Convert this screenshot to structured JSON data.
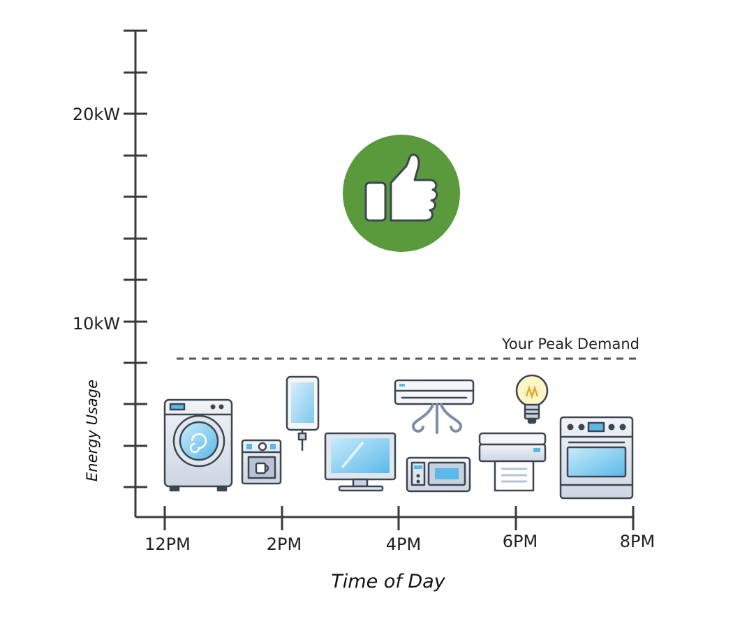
{
  "y_axis": {
    "title": "Energy Usage",
    "major_labels": [
      "20kW",
      "10kW"
    ]
  },
  "x_axis": {
    "title": "Time of Day",
    "ticks": [
      "12PM",
      "2PM",
      "4PM",
      "6PM",
      "8PM"
    ]
  },
  "peak_demand": {
    "label": "Your Peak Demand",
    "value_kw": 8
  },
  "badge": {
    "icon": "thumbs-up-icon",
    "color": "#5a9a3c"
  },
  "appliances": [
    {
      "icon": "washing-machine-icon"
    },
    {
      "icon": "coffee-maker-icon"
    },
    {
      "icon": "smartphone-charger-icon"
    },
    {
      "icon": "computer-monitor-icon"
    },
    {
      "icon": "air-conditioner-icon"
    },
    {
      "icon": "microwave-icon"
    },
    {
      "icon": "light-bulb-icon"
    },
    {
      "icon": "printer-icon"
    },
    {
      "icon": "oven-range-icon"
    }
  ],
  "colors": {
    "axis": "#3a3a3a",
    "outline": "#3d4550",
    "accent_blue": "#5bb8e8",
    "dashed_line": "#555555"
  }
}
